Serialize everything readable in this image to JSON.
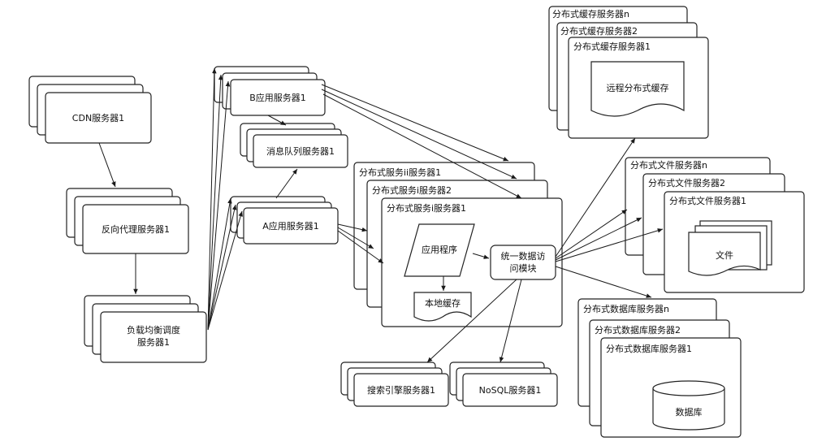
{
  "nodes": {
    "cdn": "CDN服务器1",
    "reverse_proxy": "反向代理服务器1",
    "load_balancer_line1": "负载均衡调度",
    "load_balancer_line2": "服务器1",
    "app_b": "B应用服务器1",
    "mq": "消息队列服务器1",
    "app_a": "A应用服务器1",
    "dist_service_ii": "分布式服务ii服务器1",
    "dist_service_i2": "分布式服务i服务器2",
    "dist_service_i1": "分布式服务i服务器1",
    "app_program": "应用程序",
    "unified_access_line1": "统一数据访",
    "unified_access_line2": "问模块",
    "local_cache": "本地缓存",
    "search": "搜索引擎服务器1",
    "nosql": "NoSQL服务器1",
    "cache_n": "分布式缓存服务器n",
    "cache_2": "分布式缓存服务器2",
    "cache_1": "分布式缓存服务器1",
    "remote_cache": "远程分布式缓存",
    "file_n": "分布式文件服务器n",
    "file_2": "分布式文件服务器2",
    "file_1": "分布式文件服务器1",
    "file": "文件",
    "db_n": "分布式数据库服务器n",
    "db_2": "分布式数据库服务器2",
    "db_1": "分布式数据库服务器1",
    "database": "数据库"
  }
}
